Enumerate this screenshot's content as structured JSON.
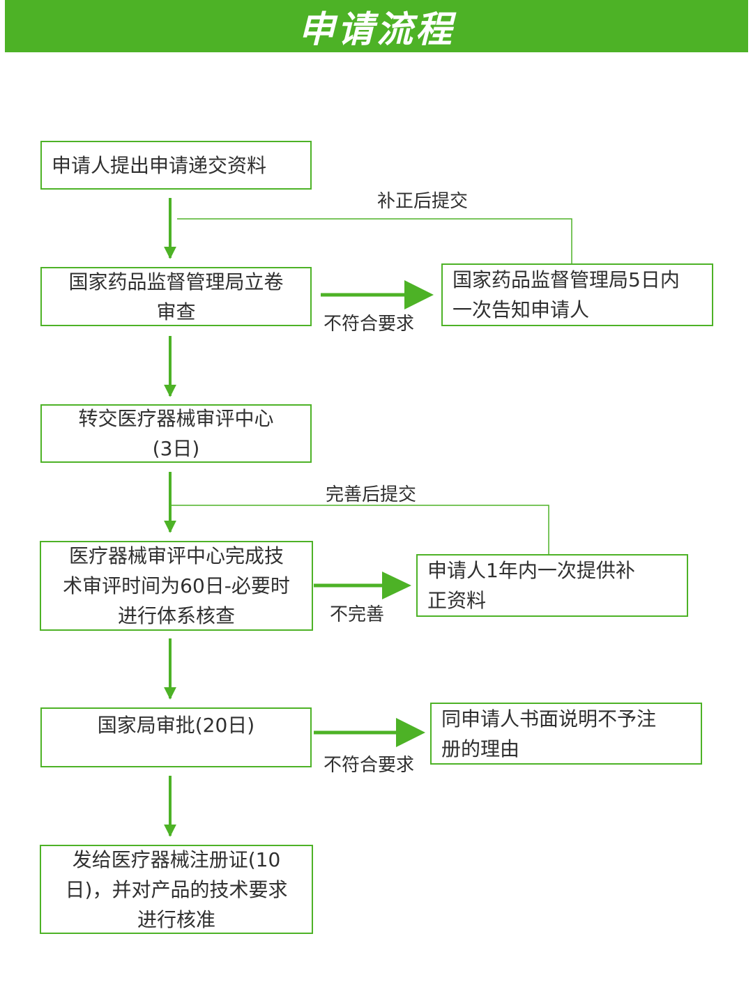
{
  "header": {
    "title": "申请流程"
  },
  "colors": {
    "accent": "#4db226",
    "text": "#2f2f2f",
    "banner_text": "#ffffff"
  },
  "flow": {
    "step1": {
      "lines": [
        "申请人提出申请递交资料"
      ]
    },
    "step2": {
      "lines": [
        "国家药品监督管理局立卷",
        "审查"
      ]
    },
    "step2_side": {
      "lines": [
        "国家药品监督管理局5日内",
        "一次告知申请人"
      ]
    },
    "step2_branch_label": "不符合要求",
    "step2_return_label": "补正后提交",
    "step3": {
      "lines": [
        "转交医疗器械审评中心",
        "(3日)"
      ]
    },
    "step4": {
      "lines": [
        "医疗器械审评中心完成技",
        "术审评时间为60日-必要时",
        "进行体系核查"
      ]
    },
    "step4_side": {
      "lines": [
        "申请人1年内一次提供补",
        "正资料"
      ]
    },
    "step4_branch_label": "不完善",
    "step4_return_label": "完善后提交",
    "step5": {
      "lines": [
        "国家局审批(20日)"
      ]
    },
    "step5_side": {
      "lines": [
        "同申请人书面说明不予注",
        "册的理由"
      ]
    },
    "step5_branch_label": "不符合要求",
    "step6": {
      "lines": [
        "发给医疗器械注册证(10",
        "日)，并对产品的技术要求",
        "进行核准"
      ]
    }
  }
}
